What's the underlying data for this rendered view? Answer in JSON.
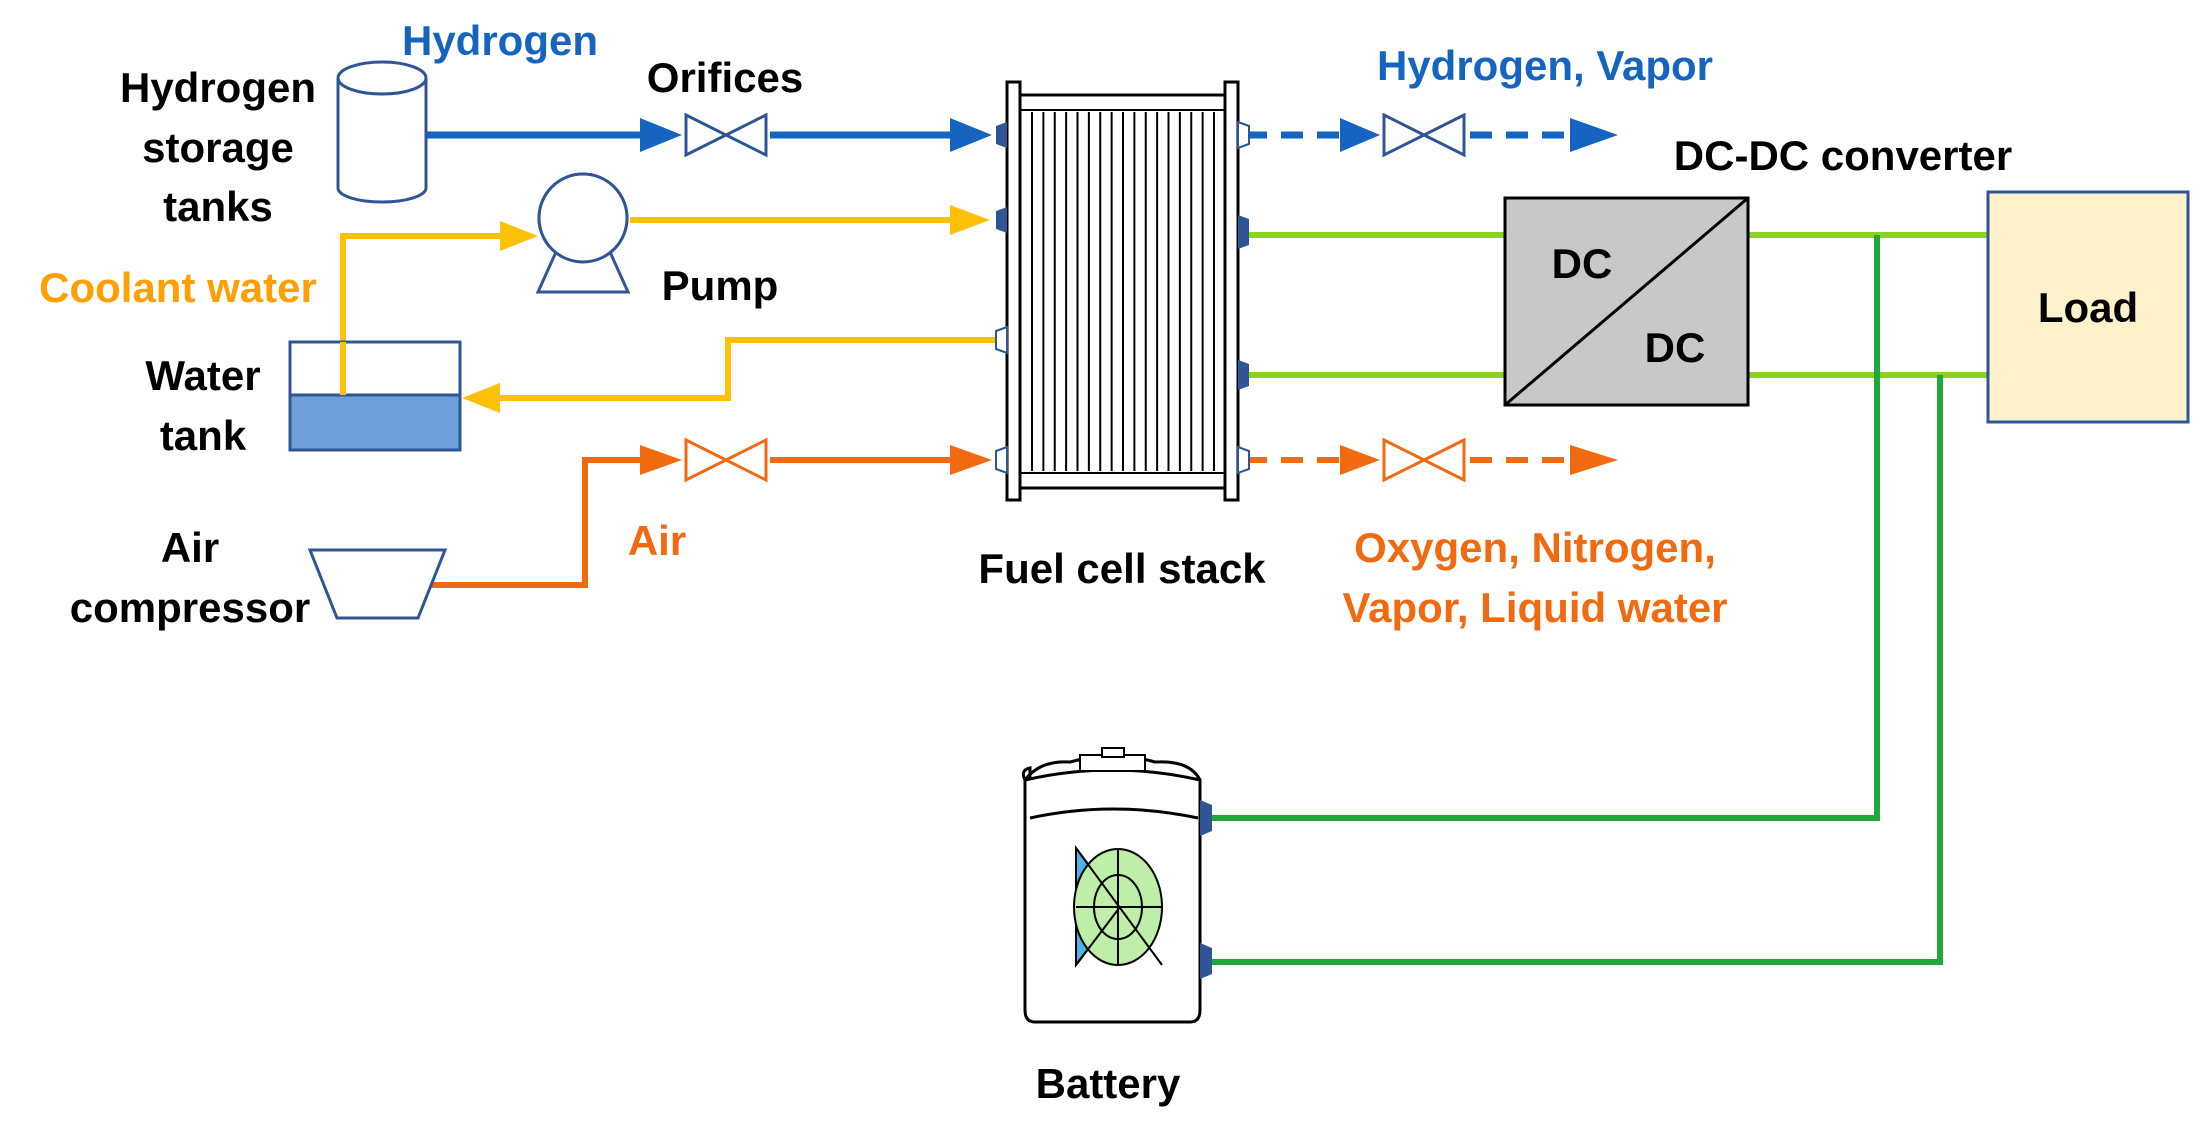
{
  "colors": {
    "hydrogen": "#1565c0",
    "coolant": "#ffc107",
    "coolant_text": "#ffa000",
    "air": "#f26a10",
    "electric_light": "#8cd12a",
    "electric_dark": "#22a83a",
    "equipment": "#2f5597",
    "water": "#6f9fd8",
    "converter": "#c8c8c8",
    "load": "#fdf2cc"
  },
  "labels": {
    "hydrogen_storage": [
      "Hydrogen",
      "storage",
      "tanks"
    ],
    "hydrogen_flow": "Hydrogen",
    "orifices": "Orifices",
    "hydrogen_vapor": "Hydrogen, Vapor",
    "dc_dc_converter": "DC-DC converter",
    "coolant_water": "Coolant water",
    "pump": "Pump",
    "water_tank": [
      "Water",
      "tank"
    ],
    "air_compressor": [
      "Air",
      "compressor"
    ],
    "air_flow": "Air",
    "fuel_cell_stack": "Fuel cell stack",
    "exhaust": [
      "Oxygen, Nitrogen,",
      "Vapor, Liquid water"
    ],
    "dc_top": "DC",
    "dc_bottom": "DC",
    "load": "Load",
    "battery": "Battery"
  }
}
